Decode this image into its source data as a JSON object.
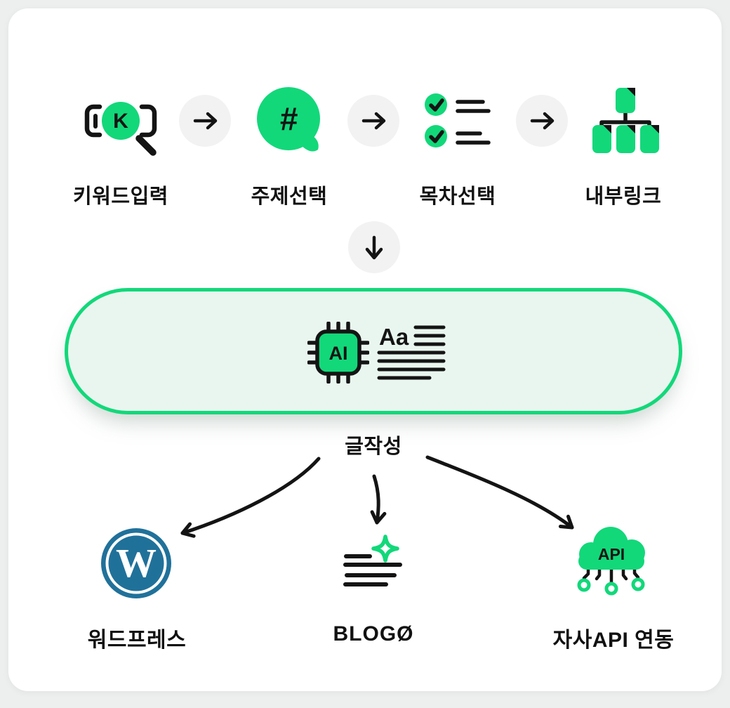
{
  "colors": {
    "accent_green": "#12d87a",
    "pill_fill": "#e9f6ef",
    "icon_black": "#141414",
    "badge_gray": "#f2f2f2",
    "wordpress_blue": "#20719a",
    "card_bg": "#ffffff",
    "page_bg": "#edefef"
  },
  "flow": {
    "steps": [
      {
        "label": "키워드입력",
        "icon": "keyword-search-icon",
        "glyph": "K"
      },
      {
        "label": "주제선택",
        "icon": "hashtag-bubble-icon",
        "glyph": "#"
      },
      {
        "label": "목차선택",
        "icon": "checklist-icon"
      },
      {
        "label": "내부링크",
        "icon": "sitemap-documents-icon"
      }
    ],
    "connector_icon": "arrow-right-icon",
    "down_connector_icon": "arrow-down-icon"
  },
  "process": {
    "label": "글작성",
    "chip_text": "AI",
    "doc_text": "Aa",
    "chip_icon": "ai-chip-icon",
    "doc_icon": "text-document-icon"
  },
  "outputs": [
    {
      "label": "워드프레스",
      "icon": "wordpress-logo",
      "glyph": "W"
    },
    {
      "label": "BLOGØ",
      "icon": "blog-sparkle-icon"
    },
    {
      "label": "자사API 연동",
      "icon": "api-cloud-icon",
      "glyph": "API"
    }
  ]
}
